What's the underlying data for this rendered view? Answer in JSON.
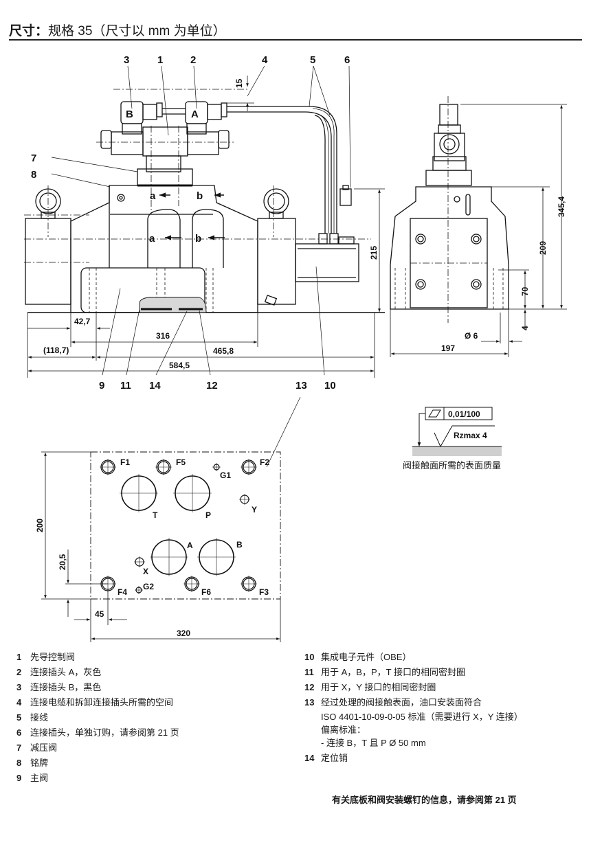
{
  "header": {
    "title_bold": "尺寸：",
    "title_rest": "规格 35（尺寸以 mm 为单位）"
  },
  "front_view": {
    "callouts": [
      "3",
      "1",
      "2",
      "4",
      "5",
      "6",
      "7",
      "8",
      "9",
      "11",
      "14",
      "12",
      "13",
      "10"
    ],
    "connector_labels": {
      "b": "B",
      "a": "A"
    },
    "arrow_labels": {
      "a": "a",
      "b": "b"
    },
    "dimensions": {
      "clearance": "15",
      "height_215": "215",
      "d_42_7": "42,7",
      "d_316": "316",
      "d_118_7": "(118,7)",
      "d_465_8": "465,8",
      "d_584_5": "584,5"
    }
  },
  "side_view": {
    "dimensions": {
      "h_345_4": "345,4",
      "h_209": "209",
      "h_70": "70",
      "h_4": "4",
      "dia_6": "Ø 6",
      "w_197": "197"
    }
  },
  "surface_quality": {
    "flatness_tolerance": "0,01/100",
    "roughness": "Rzmax  4",
    "caption": "阀接触面所需的表面质量"
  },
  "mounting_face": {
    "ports": {
      "F1": "F1",
      "F2": "F2",
      "F3": "F3",
      "F4": "F4",
      "F5": "F5",
      "F6": "F6",
      "G1": "G1",
      "G2": "G2",
      "T": "T",
      "P": "P",
      "A": "A",
      "B": "B",
      "X": "X",
      "Y": "Y"
    },
    "dimensions": {
      "height": "200",
      "offset_y": "20,5",
      "offset_x": "45",
      "width": "320"
    }
  },
  "legend_left": [
    {
      "num": "1",
      "text": "先导控制阀"
    },
    {
      "num": "2",
      "text": "连接插头 A，灰色"
    },
    {
      "num": "3",
      "text": "连接插头 B，黑色"
    },
    {
      "num": "4",
      "text": "连接电缆和拆卸连接插头所需的空间"
    },
    {
      "num": "5",
      "text": "接线"
    },
    {
      "num": "6",
      "text": "连接插头，单独订购，请参阅第 21 页"
    },
    {
      "num": "7",
      "text": "减压阀"
    },
    {
      "num": "8",
      "text": "铭牌"
    },
    {
      "num": "9",
      "text": "主阀"
    }
  ],
  "legend_right": [
    {
      "num": "10",
      "text": "集成电子元件（OBE）"
    },
    {
      "num": "11",
      "text": "用于 A，B，P，T 接口的相同密封圈"
    },
    {
      "num": "12",
      "text": "用于 X，Y 接口的相同密封圈"
    },
    {
      "num": "13",
      "text": "经过处理的阀接触表面，油口安装面符合",
      "sub": [
        "ISO 4401-10-09-0-05 标准（需要进行 X，Y 连接）",
        "偏离标准：",
        "- 连接 B，T 且 P Ø 50 mm"
      ]
    },
    {
      "num": "14",
      "text": "定位销"
    }
  ],
  "footnote": "有关底板和阀安装螺钉的信息，请参阅第 21 页"
}
